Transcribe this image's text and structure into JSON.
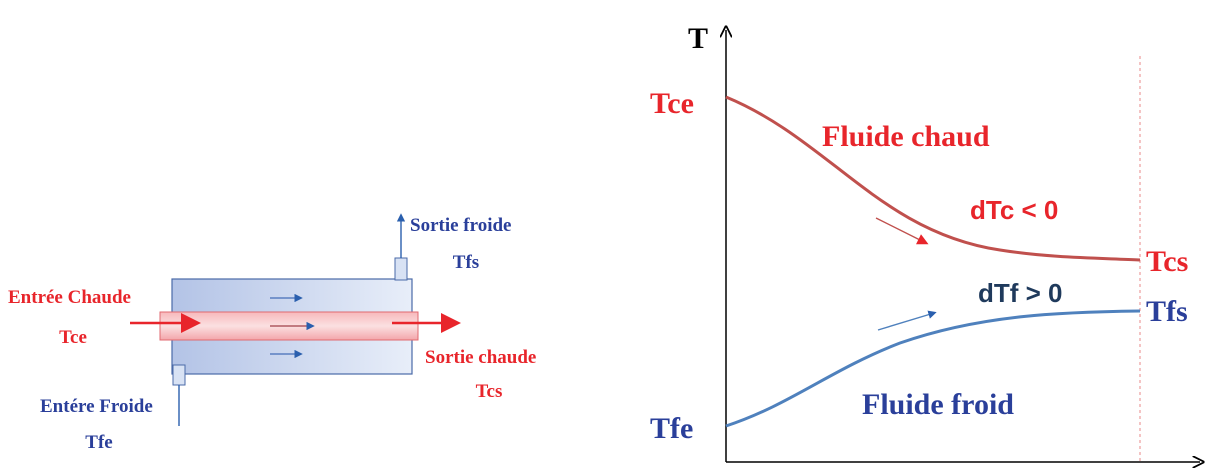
{
  "colors": {
    "hot": "#e8252b",
    "cold": "#2a3f9a",
    "hot_curve": "#c0504d",
    "cold_curve": "#4f81bd",
    "dtf_label": "#1f3a5c",
    "axis": "#000000"
  },
  "exchanger": {
    "hot_inlet_line1": "Entrée Chaude",
    "hot_inlet_line2": "Tce",
    "cold_outlet_line1": "Sortie froide",
    "cold_outlet_line2": "Tfs",
    "hot_outlet_line1": "Sortie chaude",
    "hot_outlet_line2": "Tcs",
    "cold_inlet_line1": "Entére Froide",
    "cold_inlet_line2": "Tfe",
    "flow_direction": "left-to-right"
  },
  "graph": {
    "y_axis_label": "T",
    "hot_inlet_label": "Tce",
    "hot_outlet_label": "Tcs",
    "cold_inlet_label": "Tfe",
    "cold_outlet_label": "Tfs",
    "hot_fluid_label": "Fluide chaud",
    "cold_fluid_label": "Fluide froid",
    "hot_gradient_label": "dTc < 0",
    "cold_gradient_label": "dTf > 0"
  }
}
